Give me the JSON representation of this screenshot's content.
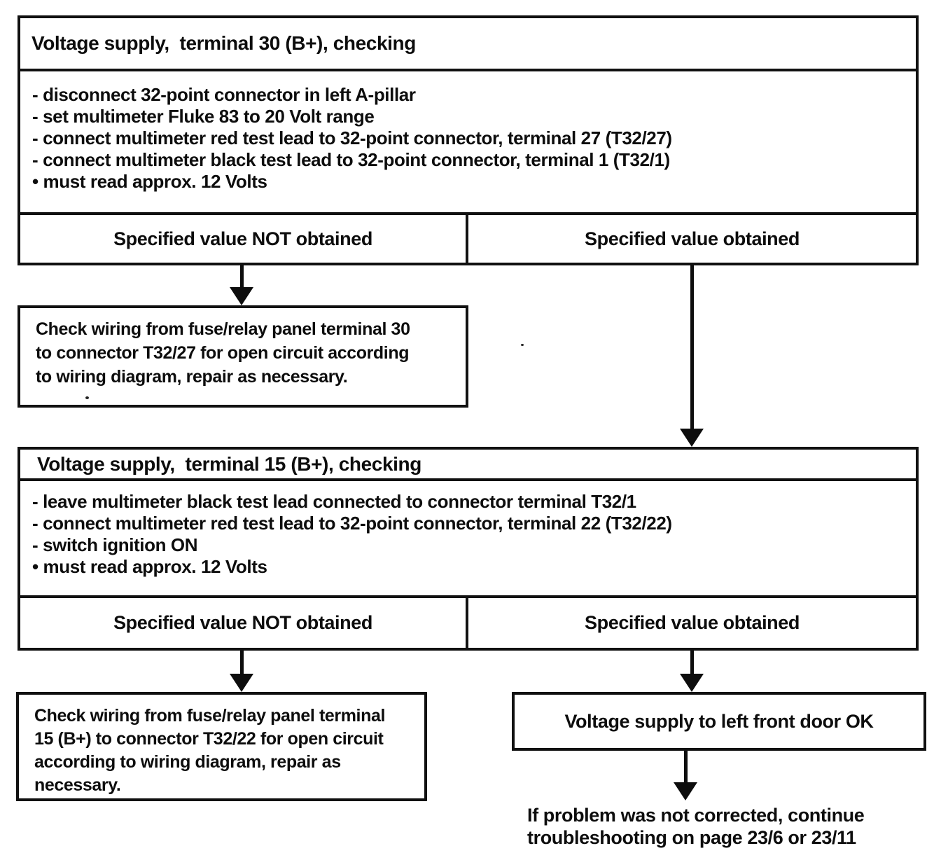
{
  "check1": {
    "title": "Voltage supply,  terminal 30 (B+), checking",
    "steps": [
      "- disconnect 32-point connector in left A-pillar",
      "- set multimeter Fluke 83 to 20 Volt range",
      "- connect multimeter red test lead to 32-point connector, terminal 27 (T32/27)",
      "- connect multimeter black test lead to 32-point connector, terminal 1 (T32/1)",
      "• must read approx. 12 Volts"
    ],
    "branch_not_obtained": "Specified value NOT obtained",
    "branch_obtained": "Specified value obtained",
    "action": {
      "lines": [
        "Check wiring from fuse/relay panel terminal 30",
        "to connector T32/27 for open circuit according",
        "to wiring diagram, repair as necessary."
      ]
    }
  },
  "check2": {
    "title": "Voltage supply,  terminal 15 (B+), checking",
    "steps": [
      "- leave multimeter black test lead connected to connector terminal T32/1",
      "- connect multimeter red test lead to 32-point connector, terminal 22 (T32/22)",
      "- switch ignition ON",
      "• must read approx. 12 Volts"
    ],
    "branch_not_obtained": "Specified value NOT obtained",
    "branch_obtained": "Specified value obtained",
    "action": {
      "lines": [
        "Check wiring from fuse/relay panel terminal",
        "15 (B+) to connector T32/22 for open circuit",
        "according to wiring diagram, repair as",
        "necessary."
      ]
    },
    "result": "Voltage supply to left front door OK"
  },
  "footnote": {
    "lines": [
      "If problem was not corrected, continue",
      "troubleshooting on page 23/6 or 23/11"
    ]
  }
}
